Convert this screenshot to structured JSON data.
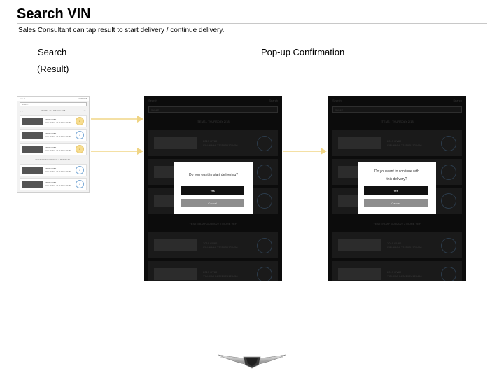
{
  "header": {
    "title": "Search VIN",
    "subtitle": "Sales Consultant can tap result to start delivery / continue delivery."
  },
  "labels": {
    "search": "Search",
    "result": "(Result)",
    "popup": "Pop-up Confirmation"
  },
  "phone": {
    "status_left": "••••• ◂",
    "status_right": "12:00 PM",
    "search_value": "5NMS...",
    "section_title": "ITEMS - THURSDAY 2/18",
    "section_left": "‹ ›",
    "section_right": "◂ ▸",
    "section2_title": "YESTERDAY 2/08/2022 2 MORE VEH",
    "cards": [
      {
        "model": "2019 GV80",
        "vin": "VIN: KMHL23J1XJU123456",
        "circle": "●"
      },
      {
        "model": "2019 GV80",
        "vin": "VIN: KMHL23J1XJU123456",
        "circle": "◐"
      },
      {
        "model": "2019 GV80",
        "vin": "VIN: KMHL23J1XJU123456",
        "circle": "●"
      },
      {
        "model": "2019 GV80",
        "vin": "VIN: KMHL23J1XJU123456",
        "circle": "◐"
      },
      {
        "model": "2019 GV80",
        "vin": "VIN: KMHL23J1XJU123456",
        "circle": "◐"
      }
    ]
  },
  "tablet": {
    "status_left": "Search",
    "status_right": "Search",
    "search_value": "5NMS...",
    "section_title": "ITEMS - THURSDAY 2/18",
    "section2_title": "YESTERDAY 2/08/2022 2 MORE VEH",
    "cards": [
      {
        "model": "2019 GV80",
        "vin": "VIN: KMHL23J1XJU123456"
      },
      {
        "model": "2019 GV80",
        "vin": "VIN: KMHL23J1XJU123456"
      },
      {
        "model": "2019 GV80",
        "vin": "VIN: KMHL23J1XJU123456"
      },
      {
        "model": "2019 GV80",
        "vin": "VIN: KMHL23J1XJU123456"
      },
      {
        "model": "2019 GV80",
        "vin": "VIN: KMHL23J1XJU123456"
      }
    ]
  },
  "dialog_start": {
    "message": "Do you want to start delivering?",
    "yes": "Yes",
    "cancel": "Cancel"
  },
  "dialog_continue": {
    "message_line1": "Do you want to continue with",
    "message_line2": "this delivery?",
    "yes": "Yes",
    "cancel": "Cancel"
  },
  "colors": {
    "arrow": "#f0d585",
    "tablet_bg": "#0c0c0c",
    "highlight": "#f7dd8f"
  },
  "logo_icon": "genesis-wings-logo"
}
